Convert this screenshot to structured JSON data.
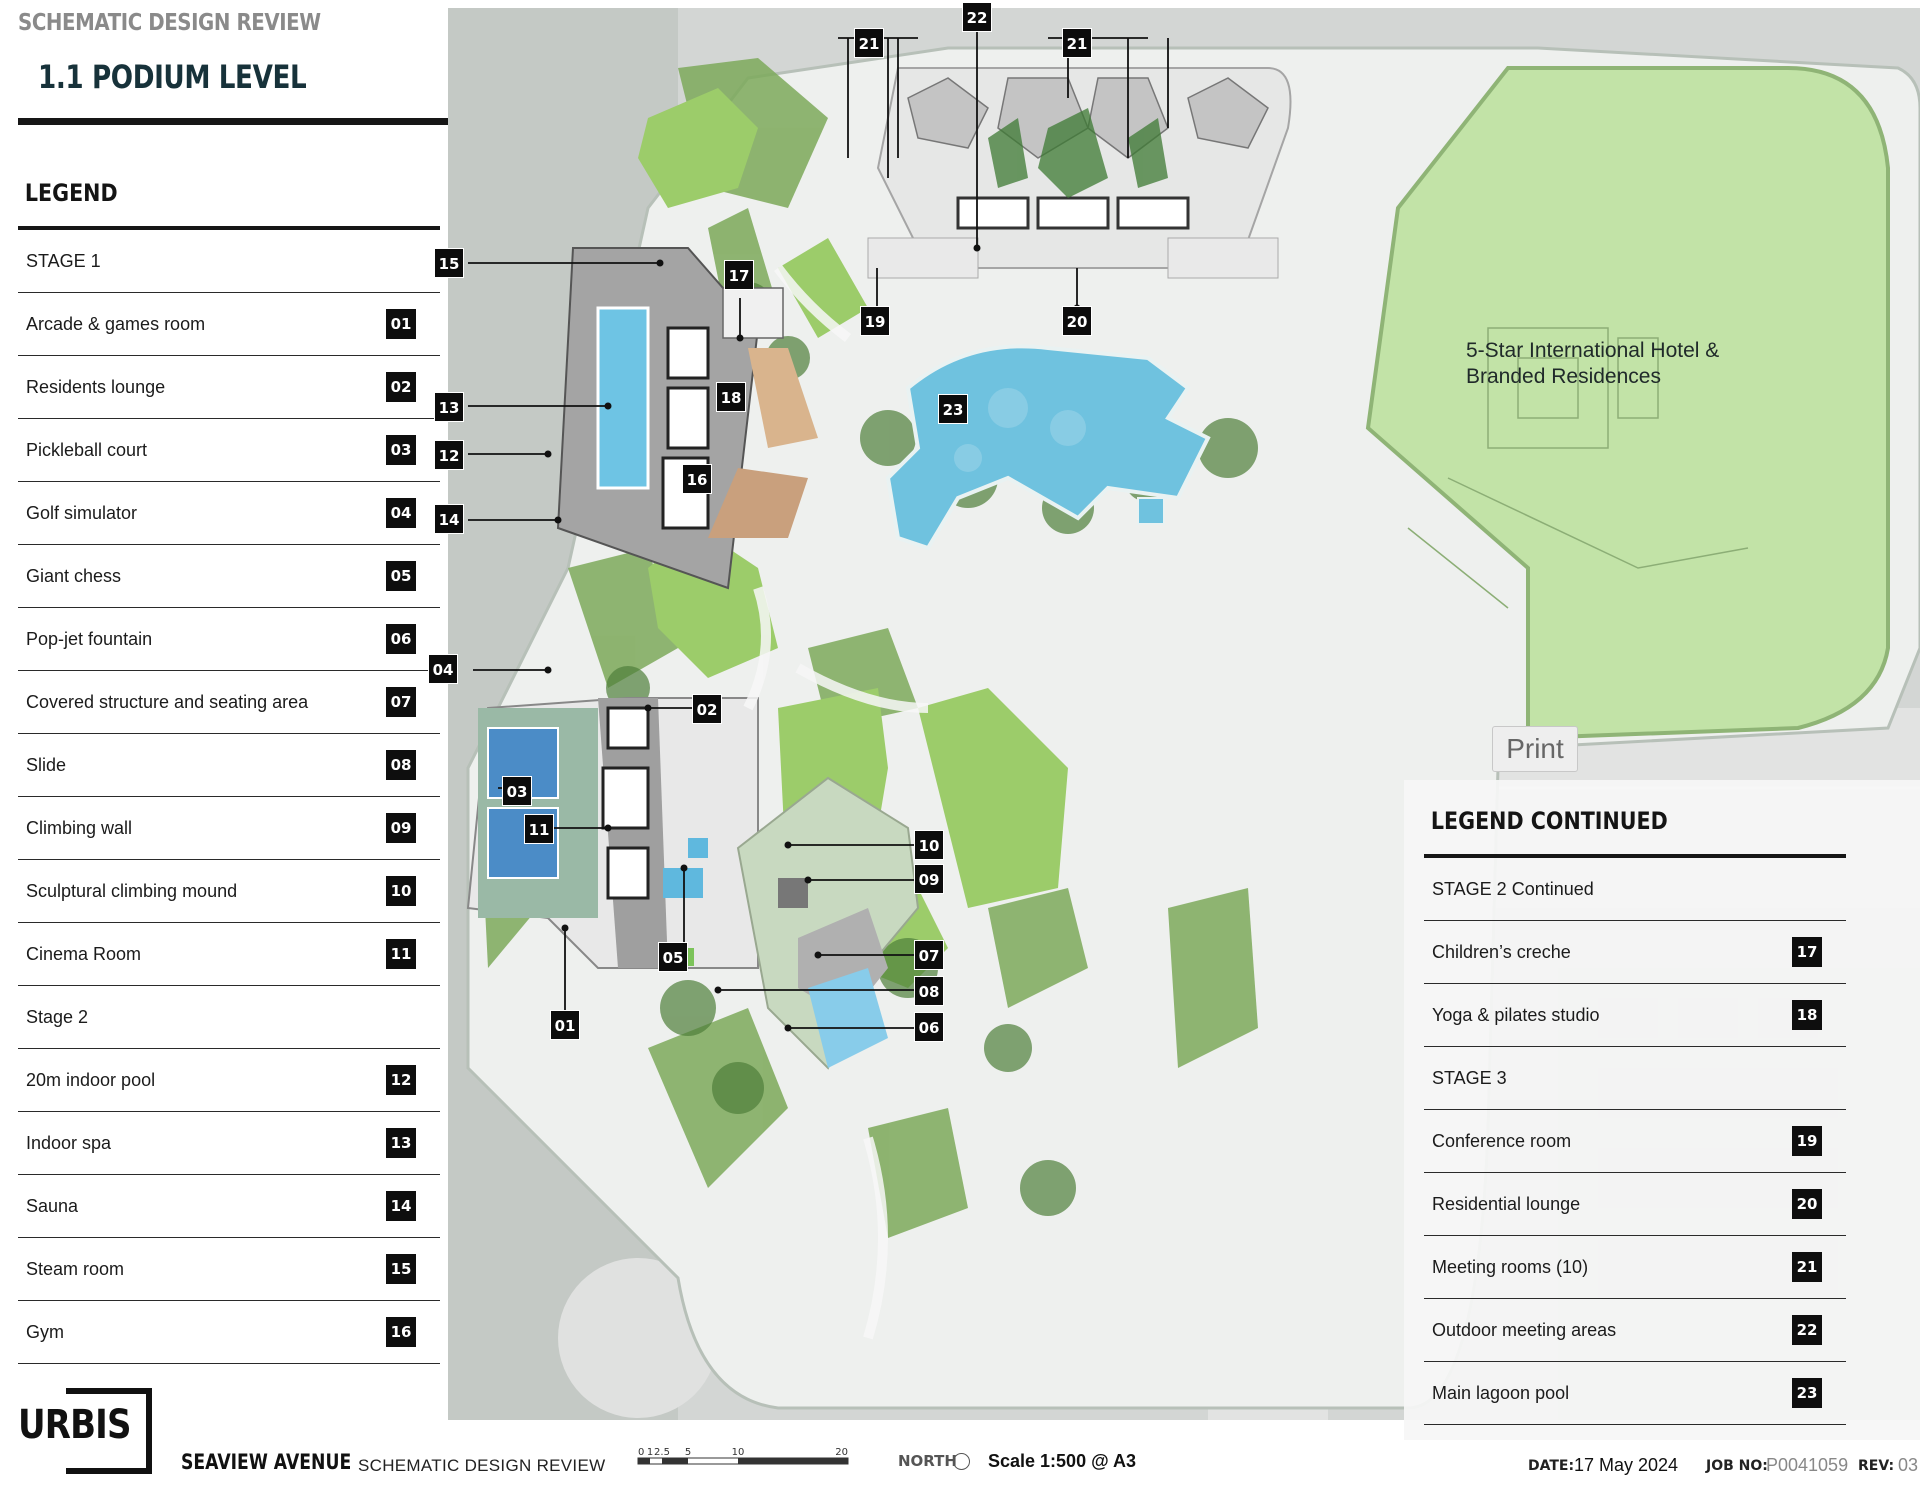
{
  "header": {
    "kicker": "SCHEMATIC DESIGN REVIEW",
    "title": "1.1  PODIUM LEVEL"
  },
  "legend": {
    "heading": "LEGEND",
    "rows": [
      {
        "label": "STAGE 1",
        "code": ""
      },
      {
        "label": "Arcade & games room",
        "code": "01"
      },
      {
        "label": "Residents lounge",
        "code": "02"
      },
      {
        "label": "Pickleball court",
        "code": "03"
      },
      {
        "label": "Golf simulator",
        "code": "04"
      },
      {
        "label": "Giant chess",
        "code": "05"
      },
      {
        "label": "Pop-jet fountain",
        "code": "06"
      },
      {
        "label": "Covered structure and seating area",
        "code": "07"
      },
      {
        "label": "Slide",
        "code": "08"
      },
      {
        "label": "Climbing wall",
        "code": "09"
      },
      {
        "label": "Sculptural climbing mound",
        "code": "10"
      },
      {
        "label": "Cinema Room",
        "code": "11"
      },
      {
        "label": "Stage 2",
        "code": ""
      },
      {
        "label": "20m indoor pool",
        "code": "12"
      },
      {
        "label": "Indoor spa",
        "code": "13"
      },
      {
        "label": "Sauna",
        "code": "14"
      },
      {
        "label": "Steam room",
        "code": "15"
      },
      {
        "label": "Gym",
        "code": "16"
      }
    ]
  },
  "legend_continued": {
    "heading": "LEGEND CONTINUED",
    "rows": [
      {
        "label": "STAGE 2 Continued",
        "code": ""
      },
      {
        "label": "Children’s creche",
        "code": "17"
      },
      {
        "label": "Yoga & pilates studio",
        "code": "18"
      },
      {
        "label": "STAGE 3",
        "code": ""
      },
      {
        "label": "Conference room",
        "code": "19"
      },
      {
        "label": "Residential lounge",
        "code": "20"
      },
      {
        "label": "Meeting rooms (10)",
        "code": "21"
      },
      {
        "label": "Outdoor meeting areas",
        "code": "22"
      },
      {
        "label": "Main lagoon pool",
        "code": "23"
      }
    ]
  },
  "map": {
    "hotel_label_line1": "5-Star International Hotel &",
    "hotel_label_line2": "Branded Residences",
    "print_button": "Print",
    "callouts": [
      "22",
      "21",
      "21",
      "15",
      "17",
      "19",
      "20",
      "13",
      "18",
      "23",
      "12",
      "16",
      "14",
      "04",
      "02",
      "03",
      "11",
      "10",
      "09",
      "05",
      "07",
      "08",
      "06",
      "01"
    ]
  },
  "footer": {
    "logo": "URBIS",
    "project_name": "SEAVIEW AVENUE",
    "project_subtitle": "SCHEMATIC DESIGN REVIEW",
    "scale_ticks": [
      "0",
      "1",
      "2.5",
      "5",
      "10",
      "20"
    ],
    "north_label": "NORTH",
    "scale_text": "Scale  1:500 @ A3",
    "date_label": "DATE:",
    "date_value": "17 May 2024",
    "job_label": "JOB NO:",
    "job_value": "P0041059",
    "rev_label": "REV:",
    "rev_value": "03"
  },
  "colors": {
    "callout_bg": "#0c0c0c",
    "lawn": "#a6cf7c",
    "pool": "#6fc2df",
    "hotel_site": "#c2e3a7",
    "building": "#9c9c9c"
  }
}
